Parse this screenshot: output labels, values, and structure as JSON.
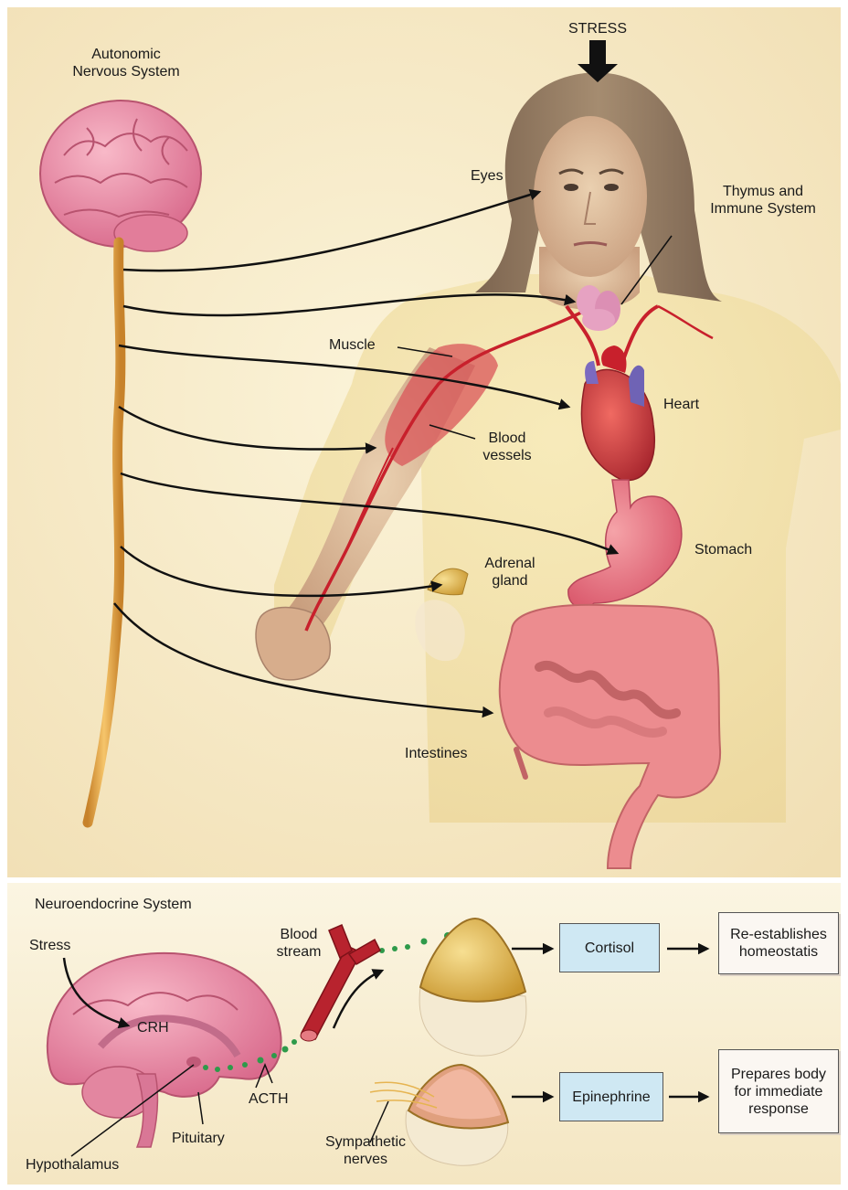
{
  "top_panel": {
    "system_title": "Autonomic\nNervous System",
    "stress_label": "STRESS",
    "targets": {
      "eyes": "Eyes",
      "thymus": "Thymus and\nImmune System",
      "muscle": "Muscle",
      "heart": "Heart",
      "blood_vessels": "Blood\nvessels",
      "adrenal": "Adrenal\ngland",
      "stomach": "Stomach",
      "intestines": "Intestines"
    }
  },
  "bottom_panel": {
    "system_title": "Neuroendocrine System",
    "stress": "Stress",
    "crh": "CRH",
    "hypothalamus": "Hypothalamus",
    "pituitary": "Pituitary",
    "acth": "ACTH",
    "blood_stream": "Blood\nstream",
    "sympathetic_nerves": "Sympathetic\nnerves",
    "cortisol": "Cortisol",
    "cortisol_effect": "Re-establishes\nhomeostatis",
    "epinephrine": "Epinephrine",
    "epinephrine_effect": "Prepares body\nfor immediate\nresponse"
  },
  "colors": {
    "background": "#f6ebc9",
    "brain": "#ee8fa8",
    "spinal_cord": "#e9a83a",
    "organ_red": "#d8394a",
    "intestine": "#ec8c8f",
    "adrenal": "#e9c465",
    "box_blue": "#cfe8f3"
  }
}
